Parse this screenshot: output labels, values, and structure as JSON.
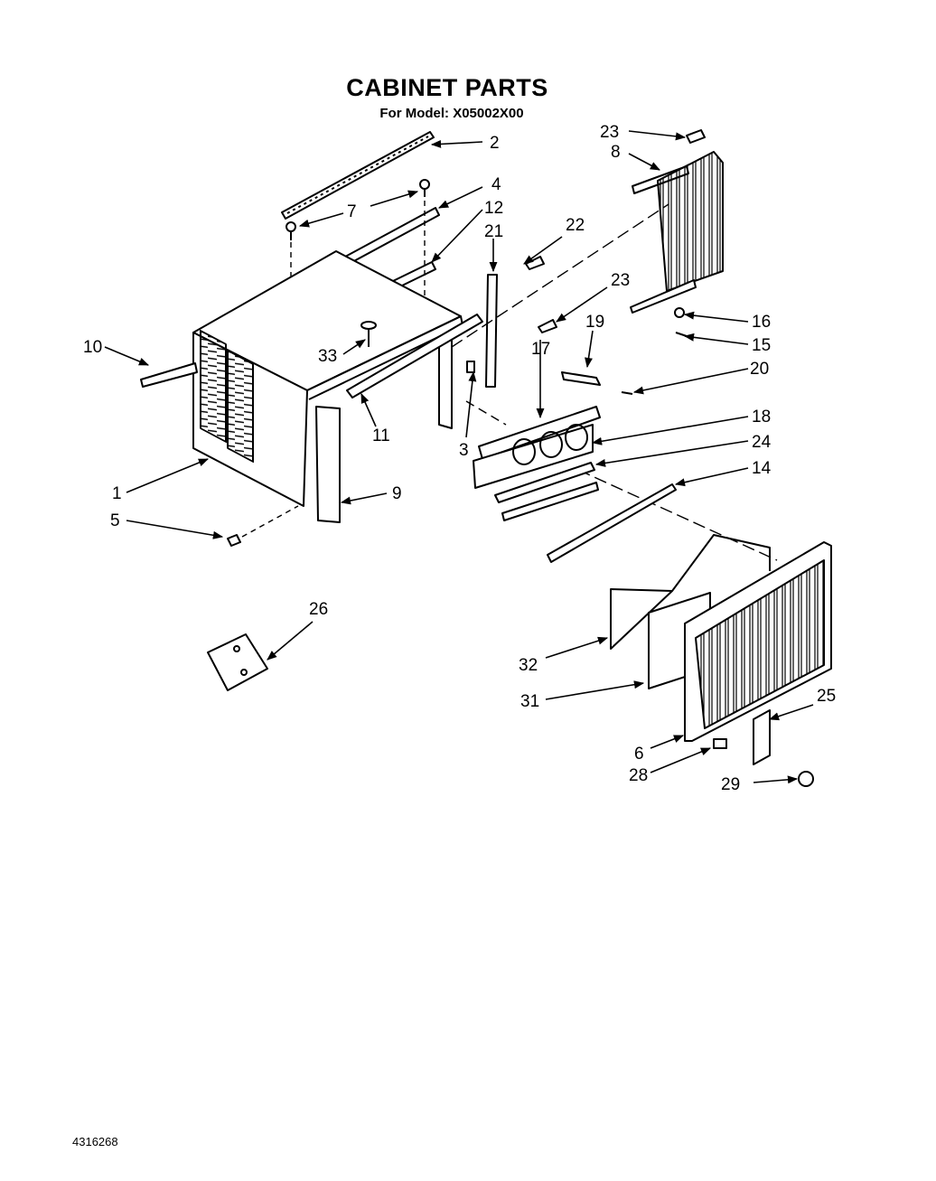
{
  "header": {
    "title": "CABINET PARTS",
    "subtitle": "For Model: X05002X00"
  },
  "footer": {
    "drawing_number": "4316268"
  },
  "parts": [
    {
      "id": "part-1",
      "label": "1"
    },
    {
      "id": "part-2",
      "label": "2"
    },
    {
      "id": "part-3",
      "label": "3"
    },
    {
      "id": "part-4",
      "label": "4"
    },
    {
      "id": "part-5",
      "label": "5"
    },
    {
      "id": "part-6",
      "label": "6"
    },
    {
      "id": "part-7",
      "label": "7"
    },
    {
      "id": "part-8",
      "label": "8"
    },
    {
      "id": "part-9",
      "label": "9"
    },
    {
      "id": "part-10",
      "label": "10"
    },
    {
      "id": "part-11",
      "label": "11"
    },
    {
      "id": "part-12",
      "label": "12"
    },
    {
      "id": "part-14",
      "label": "14"
    },
    {
      "id": "part-15",
      "label": "15"
    },
    {
      "id": "part-16",
      "label": "16"
    },
    {
      "id": "part-17",
      "label": "17"
    },
    {
      "id": "part-18",
      "label": "18"
    },
    {
      "id": "part-19",
      "label": "19"
    },
    {
      "id": "part-20",
      "label": "20"
    },
    {
      "id": "part-21",
      "label": "21"
    },
    {
      "id": "part-22",
      "label": "22"
    },
    {
      "id": "part-23a",
      "label": "23"
    },
    {
      "id": "part-23b",
      "label": "23"
    },
    {
      "id": "part-24",
      "label": "24"
    },
    {
      "id": "part-25",
      "label": "25"
    },
    {
      "id": "part-26",
      "label": "26"
    },
    {
      "id": "part-28",
      "label": "28"
    },
    {
      "id": "part-29",
      "label": "29"
    },
    {
      "id": "part-31",
      "label": "31"
    },
    {
      "id": "part-32",
      "label": "32"
    },
    {
      "id": "part-33",
      "label": "33"
    }
  ],
  "colors": {
    "ink": "#000000",
    "paper": "#ffffff"
  }
}
